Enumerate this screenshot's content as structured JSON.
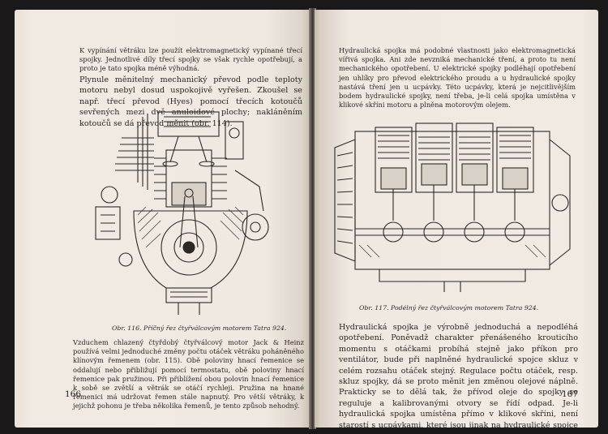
{
  "left_page": {
    "paragraphs": [
      "K vypínání větráku lze použít elektromagnetický vypínané třecí spojky. Jednotlivé díly třecí spojky se však rychle opotřebují, a proto je tato spojka méně výhodná.",
      "Plynule měnitelný mechanický převod podle teploty motoru nebyl dosud uspokojivě vyřešen. Zkoušel se např. třecí převod (Hyes) pomocí třecích kotoučů sevřených mezi dvě anuloidové plochy; nakláněním kotoučů se dá převod měnit (obr. 114)."
    ],
    "figure_caption": "Obr. 116. Příčný řez čtyřválcovým motorem Tatra 924.",
    "bottom_paragraph": "Vzduchem chlazený čtyřdobý čtyřválcový motor Jack & Heinz používá velmi jednoduché změny počtu otáček větráku poháněného klínovým řemenem (obr. 115). Obě poloviny hnací řemenice se oddalují nebo přibližují pomocí termostatu, obě poloviny hnací řemenice pak pružinou. Při přiblížení obou polovin hnací řemenice k sobě se zvětší a větrák se otáčí rychleji. Pružina na hnané řemenici má udržovat řemen stále napnutý. Pro větší větráky, k jejichž pohonu je třeba několika řemenů, je tento způsob nehodný.",
    "page_number": "166"
  },
  "right_page": {
    "top_paragraph": "Hydraulická spojka má podobné vlastnosti jako elektromagnetická vířivá spojka. Ani zde nevzniká mechanické tření, a proto tu není mechanického opotřebení. U elektrické spojky podléhají opotřebení jen uhlíky pro převod elektrického proudu a u hydraulické spojky nastává tření jen u ucpávky. Této ucpávky, která je nejcitlivějším bodem hydraulické spojky, není třeba, je-li celá spojka umístěna v klikové skříni motoru a plněna motorovým olejem.",
    "figure_caption": "Obr. 117. Podélný řez čtyřválcovým motorem Tatra 924.",
    "bottom_paragraph": "Hydraulická spojka je výrobně jednoduchá a nepodléhá opotřebení. Poněvadž charakter přenášeného krouticího momentu s otáčkami probíhá stejně jako příkon pro ventilátor, bude při naplněné hydraulické spojce skluz v celém rozsahu otáček stejný. Regulace počtu otáček, resp. skluz spojky, dá se proto měnit jen změnou olejové náplně. Prakticky se to dělá tak, že přívod oleje do spojky se reguluje a kalibrovanými otvory se řídí odpad. Je-li hydraulická spojka umístěna přímo v klikové skříni, není starostí s ucpávkami, které jsou jinak na hydraulické spojce nejchoulosti-",
    "page_number": "167"
  }
}
